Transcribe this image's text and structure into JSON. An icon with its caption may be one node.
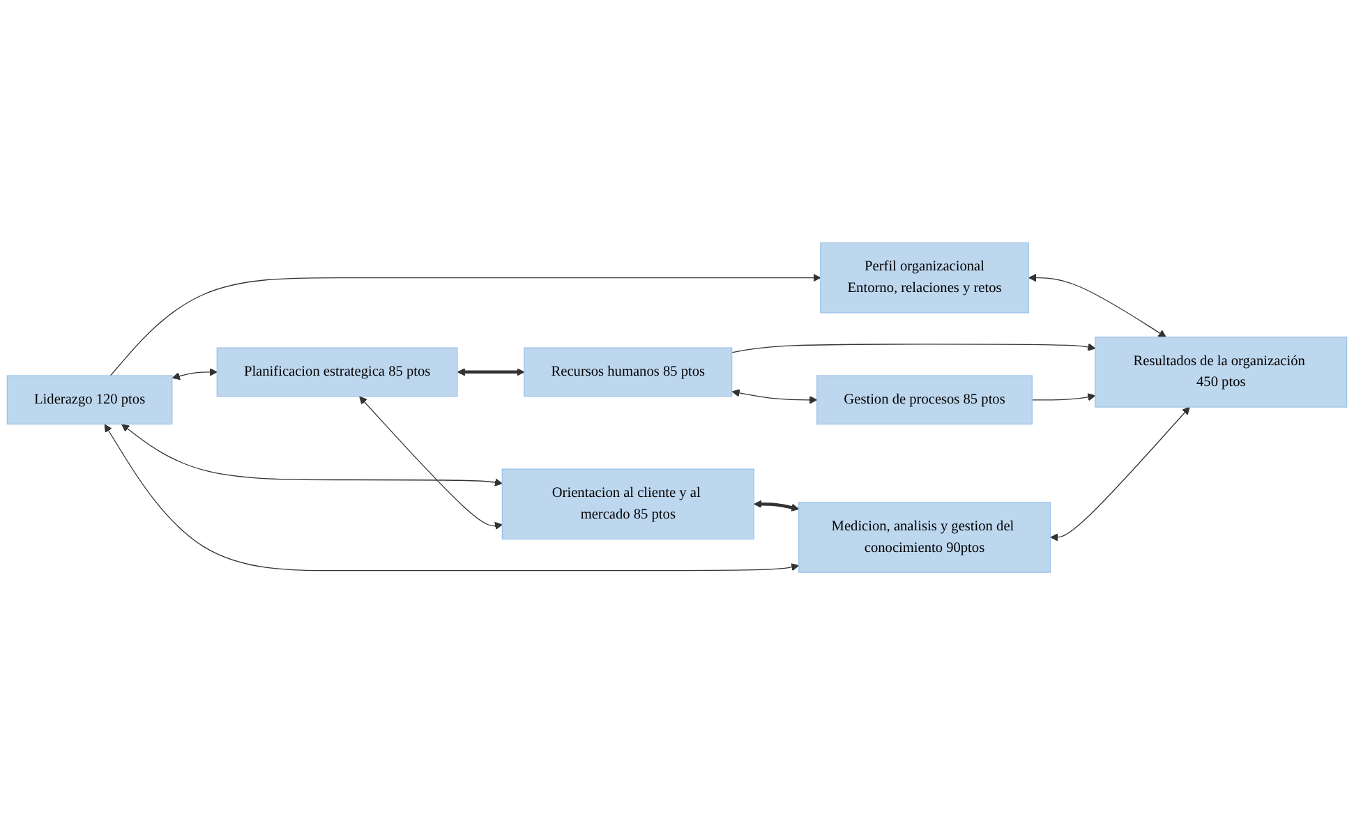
{
  "diagram": {
    "nodes": [
      {
        "text": [
          "Perfil organizacional",
          "Entorno, relaciones y retos"
        ]
      },
      {
        "text": [
          "Liderazgo 120 ptos"
        ]
      },
      {
        "text": [
          "Planificacion estrategica 85 ptos"
        ]
      },
      {
        "text": [
          "Recursos humanos 85 ptos"
        ]
      },
      {
        "text": [
          "Resultados de la organización 450 ptos"
        ]
      },
      {
        "text": [
          "Orientacion al cliente y al mercado 85 ptos"
        ]
      },
      {
        "text": [
          "Gestion de procesos 85 ptos"
        ]
      },
      {
        "text": [
          "Medicion, analisis y gestion del conocimiento 90ptos"
        ]
      }
    ],
    "edges": [
      {
        "from": 1,
        "to": 0,
        "arrow": "to"
      },
      {
        "from": 0,
        "to": 4,
        "arrow": "both"
      },
      {
        "from": 1,
        "to": 2,
        "arrow": "both"
      },
      {
        "from": 1,
        "to": 5,
        "arrow": "both"
      },
      {
        "from": 2,
        "to": 5,
        "arrow": "both"
      },
      {
        "from": 2,
        "to": 3,
        "arrow": "both",
        "style": "thick"
      },
      {
        "from": 3,
        "to": 6,
        "arrow": "both"
      },
      {
        "from": 5,
        "to": 7,
        "arrow": "both",
        "style": "thick"
      },
      {
        "from": 3,
        "to": 4,
        "arrow": "to"
      },
      {
        "from": 6,
        "to": 4,
        "arrow": "to"
      },
      {
        "from": 1,
        "to": 7,
        "arrow": "both"
      },
      {
        "from": 7,
        "to": 4,
        "arrow": "both"
      }
    ]
  }
}
